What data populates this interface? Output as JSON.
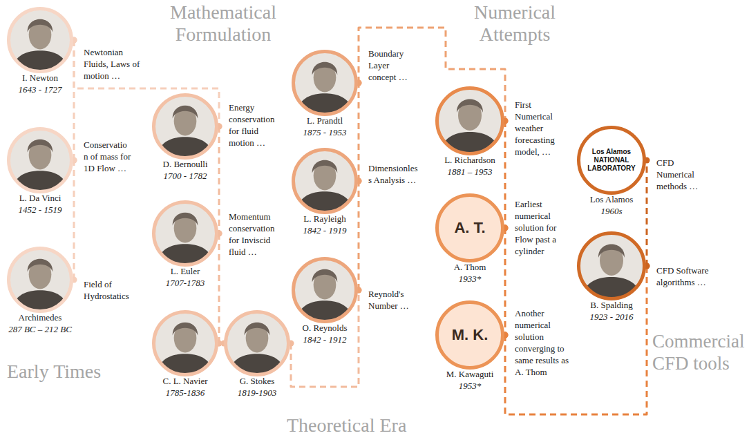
{
  "diagram": {
    "nodes": [
      {
        "text": [
          "I. Newton",
          "1643 - 1727",
          "Newtonian Fluids, Laws of motion …"
        ]
      },
      {
        "text": [
          "L. Da Vinci",
          "1452 - 1519",
          "Conservatio n of mass for 1D Flow …"
        ]
      },
      {
        "text": [
          "Archimedes",
          "287 BC – 212 BC",
          "Field of Hydrostatics"
        ]
      },
      {
        "text": [
          "D. Bernoulli",
          "1700 - 1782",
          "Energy conservation for fluid motion …"
        ]
      },
      {
        "text": [
          "L. Euler",
          "1707-1783",
          "Momentum conservation for Inviscid fluid …"
        ]
      },
      {
        "text": [
          "C. L. Navier",
          "1785-1836"
        ]
      },
      {
        "text": [
          "G. Stokes",
          "1819-1903"
        ]
      },
      {
        "text": [
          "L. Prandtl",
          "1875 - 1953",
          "Boundary Layer concept …"
        ]
      },
      {
        "text": [
          "L. Rayleigh",
          "1842 - 1919",
          "Dimensionles s Analysis …"
        ]
      },
      {
        "text": [
          "O. Reynolds",
          "1842 - 1912",
          "Reynold's Number …"
        ]
      },
      {
        "text": [
          "L. Richardson",
          "1881 – 1953",
          "First Numerical weather forecasting model, …"
        ]
      },
      {
        "text": [
          "A. T.",
          "A. Thom",
          "1933*",
          "Earliest numerical solution for Flow past a cylinder"
        ]
      },
      {
        "text": [
          "M. K.",
          "M. Kawaguti",
          "1953*",
          "Another numerical solution converging to same results as A. Thom"
        ]
      },
      {
        "text": [
          "Los Alamos NATIONAL LABORATORY",
          "Los Alamos",
          "1960s",
          "CFD Numerical methods …"
        ]
      },
      {
        "text": [
          "B. Spalding",
          "1923 - 2016",
          "CFD Software algorithms …"
        ]
      }
    ],
    "edges": [
      {
        "from": 2,
        "to": 1,
        "arrow": "none"
      },
      {
        "from": 1,
        "to": 0,
        "arrow": "none"
      },
      {
        "from": 0,
        "to": 3,
        "arrow": "none"
      },
      {
        "from": 3,
        "to": 4,
        "arrow": "none"
      },
      {
        "from": 4,
        "to": 5,
        "arrow": "none"
      },
      {
        "from": 5,
        "to": 6,
        "arrow": "none"
      },
      {
        "from": 6,
        "to": 9,
        "arrow": "none"
      },
      {
        "from": 9,
        "to": 8,
        "arrow": "none"
      },
      {
        "from": 8,
        "to": 7,
        "arrow": "none"
      },
      {
        "from": 7,
        "to": 10,
        "arrow": "none"
      },
      {
        "from": 10,
        "to": 11,
        "arrow": "none"
      },
      {
        "from": 11,
        "to": 12,
        "arrow": "none"
      },
      {
        "from": 12,
        "to": 14,
        "arrow": "none"
      },
      {
        "from": 14,
        "to": 13,
        "arrow": "none"
      }
    ],
    "labels": [
      "Mathematical Formulation",
      "Numerical Attempts",
      "Early Times",
      "Theoretical Era",
      "Commercial CFD tools"
    ]
  }
}
